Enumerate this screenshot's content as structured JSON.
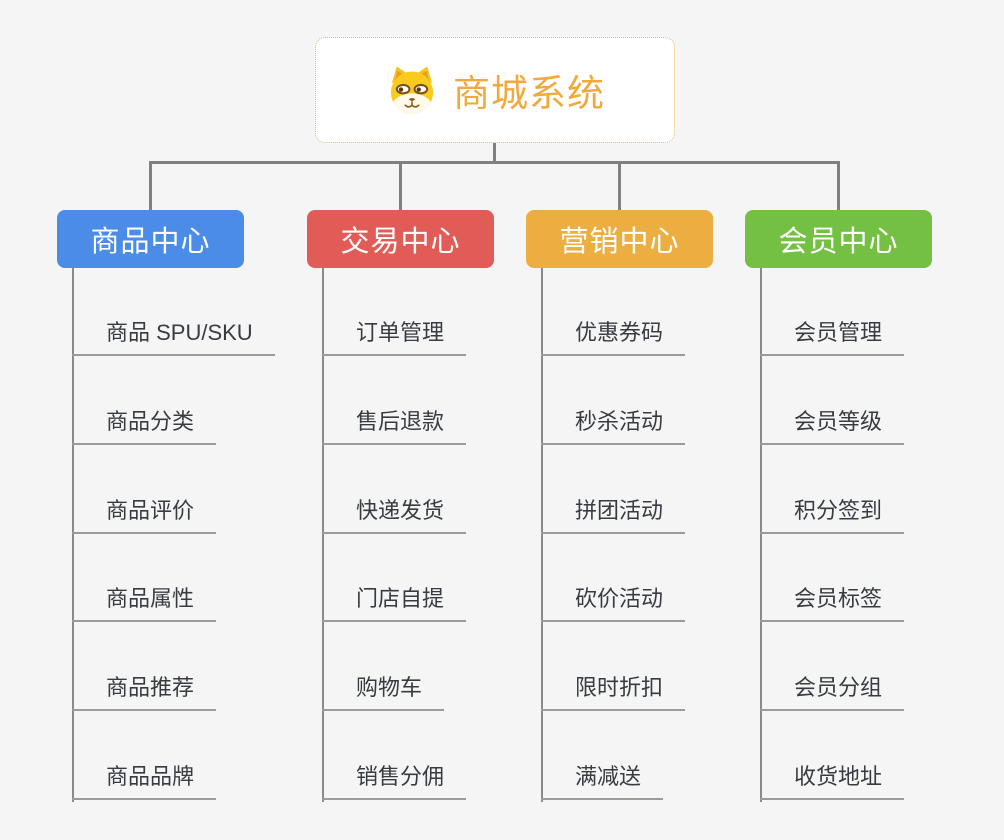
{
  "root": {
    "title": "商城系统",
    "icon": "shiba-dog-icon"
  },
  "branches": [
    {
      "label": "商品中心",
      "color": "#4A8CE8",
      "items": [
        "商品 SPU/SKU",
        "商品分类",
        "商品评价",
        "商品属性",
        "商品推荐",
        "商品品牌"
      ]
    },
    {
      "label": "交易中心",
      "color": "#E25C57",
      "items": [
        "订单管理",
        "售后退款",
        "快递发货",
        "门店自提",
        "购物车",
        "销售分佣"
      ]
    },
    {
      "label": "营销中心",
      "color": "#ECAE41",
      "items": [
        "优惠券码",
        "秒杀活动",
        "拼团活动",
        "砍价活动",
        "限时折扣",
        "满减送"
      ]
    },
    {
      "label": "会员中心",
      "color": "#74C043",
      "items": [
        "会员管理",
        "会员等级",
        "积分签到",
        "会员标签",
        "会员分组",
        "收货地址"
      ]
    }
  ],
  "colors": {
    "background": "#F5F5F6",
    "connector": "#808080",
    "underline": "#9B9B9B",
    "root_border": "#F0B35C",
    "root_text": "#F2A93C",
    "item_text": "#383C42"
  }
}
